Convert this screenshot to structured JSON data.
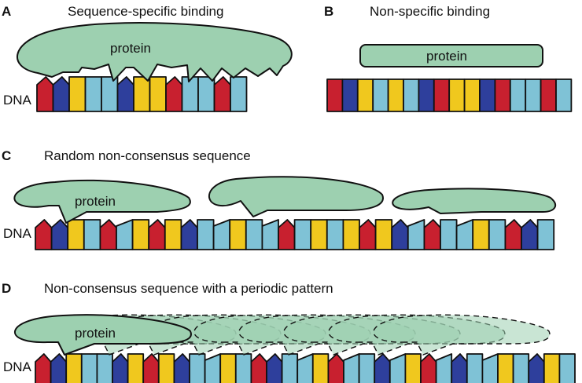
{
  "colors": {
    "red": "#c8202f",
    "blue": "#2e3f9c",
    "yellow": "#f0c81e",
    "cyan": "#7fc2d6",
    "protein": "#9dd0b0",
    "outline": "#111111"
  },
  "panels": {
    "a": {
      "letter": "A",
      "title": "Sequence-specific binding",
      "dna_label": "DNA",
      "protein_label": "protein"
    },
    "b": {
      "letter": "B",
      "title": "Non-specific binding",
      "protein_label": "protein"
    },
    "c": {
      "letter": "C",
      "title": "Random non-consensus sequence",
      "dna_label": "DNA",
      "protein_label": "protein"
    },
    "d": {
      "letter": "D",
      "title": "Non-consensus sequence with a periodic pattern",
      "dna_label": "DNA",
      "protein_label": "protein"
    }
  },
  "sequences": {
    "a": [
      "R",
      "B",
      "Y",
      "C",
      "C",
      "B",
      "Y",
      "Y",
      "R",
      "C",
      "C",
      "R",
      "C"
    ],
    "b": [
      "R",
      "B",
      "Y",
      "C",
      "Y",
      "C",
      "B",
      "R",
      "Y",
      "Y",
      "B",
      "R",
      "C",
      "C",
      "R",
      "C"
    ],
    "c": [
      "R",
      "B",
      "Y",
      "C",
      "R",
      "C",
      "Y",
      "R",
      "Y",
      "B",
      "C",
      "C",
      "Y",
      "C",
      "C",
      "R",
      "C",
      "Y",
      "C",
      "Y",
      "R",
      "Y",
      "B",
      "C",
      "R",
      "C",
      "C",
      "Y",
      "C",
      "R",
      "B",
      "C"
    ],
    "d": [
      "R",
      "B",
      "Y",
      "C",
      "C",
      "B",
      "Y",
      "R",
      "Y",
      "B",
      "C",
      "C",
      "Y",
      "C",
      "R",
      "B",
      "C",
      "C",
      "Y",
      "R",
      "C",
      "C",
      "B",
      "C",
      "Y",
      "R",
      "C",
      "B",
      "C",
      "C",
      "Y",
      "C",
      "B",
      "Y",
      "C"
    ]
  }
}
